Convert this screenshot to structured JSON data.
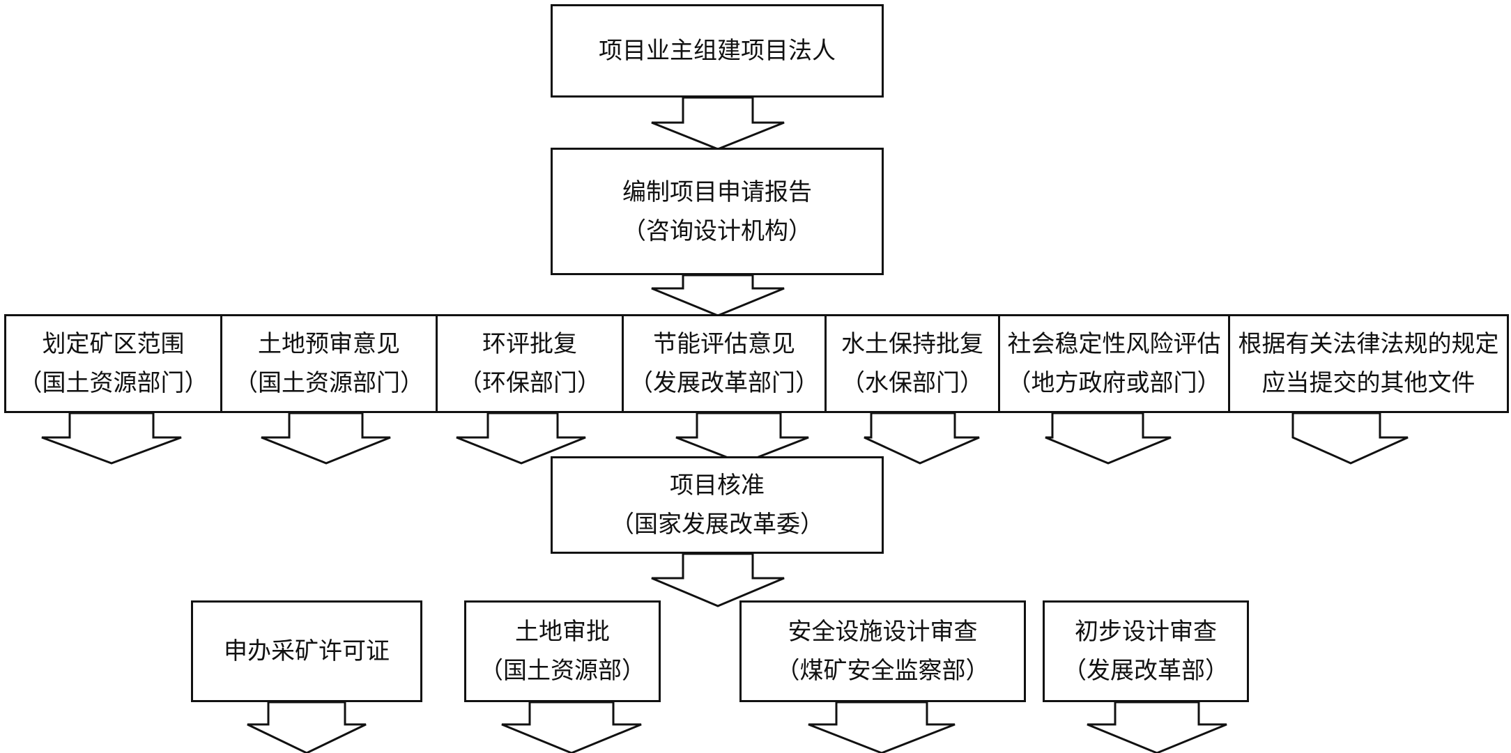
{
  "top": {
    "owner": "项目业主组建项目法人",
    "report": {
      "title": "编制项目申请报告",
      "org": "（咨询设计机构）"
    }
  },
  "requirements": [
    {
      "title": "划定矿区范围",
      "org": "（国土资源部门）"
    },
    {
      "title": "土地预审意见",
      "org": "（国土资源部门）"
    },
    {
      "title": "环评批复",
      "org": "（环保部门）"
    },
    {
      "title": "节能评估意见",
      "org": "（发展改革部门）"
    },
    {
      "title": "水土保持批复",
      "org": "（水保部门）"
    },
    {
      "title": "社会稳定性风险评估",
      "org": "（地方政府或部门）"
    },
    {
      "title": "根据有关法律法规的规定",
      "org": "应当提交的其他文件"
    }
  ],
  "approval": {
    "title": "项目核准",
    "org": "（国家发展改革委）"
  },
  "next_steps": [
    {
      "title": "申办采矿许可证",
      "org": ""
    },
    {
      "title": "土地审批",
      "org": "（国土资源部）"
    },
    {
      "title": "安全设施设计审查",
      "org": "（煤矿安全监察部）"
    },
    {
      "title": "初步设计审查",
      "org": "（发展改革部）"
    }
  ],
  "colors": {
    "stroke": "#111111",
    "fill": "#ffffff"
  }
}
